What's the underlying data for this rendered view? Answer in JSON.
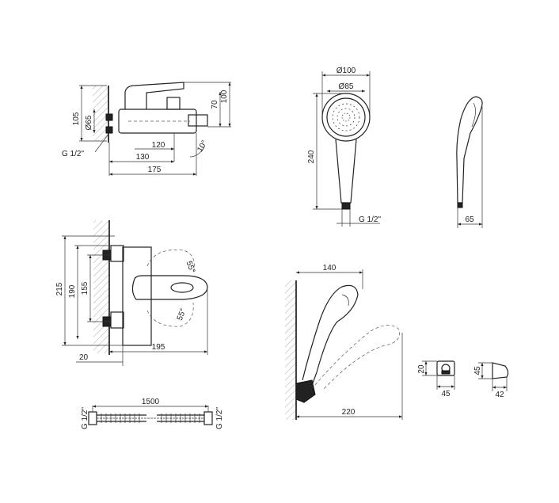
{
  "tap_side_view": {
    "dims": {
      "height_105": "105",
      "diameter_65": "Ø65",
      "thread": "G 1/2\"",
      "length_130": "130",
      "length_120": "120",
      "length_175": "175",
      "height_70": "70",
      "height_100": "100",
      "angle_10": "10°"
    }
  },
  "hand_shower_front": {
    "dims": {
      "diameter_100": "Ø100",
      "diameter_85": "Ø85",
      "length_240": "240",
      "thread": "G 1/2\""
    }
  },
  "hand_shower_side": {
    "dims": {
      "width_65": "65"
    }
  },
  "tap_front_view": {
    "dims": {
      "height_215": "215",
      "height_190": "190",
      "height_155": "155",
      "angle_55_top": "55°",
      "angle_55_bottom": "55°",
      "length_195": "195",
      "offset_20": "20"
    }
  },
  "hose": {
    "dims": {
      "length_1500": "1500",
      "thread_left": "G 1/2\"",
      "thread_right": "G 1/2\""
    }
  },
  "shower_on_holder": {
    "dims": {
      "width_140": "140",
      "length_220": "220"
    }
  },
  "holder_front": {
    "dims": {
      "height_20": "20",
      "width_45": "45"
    }
  },
  "holder_side": {
    "dims": {
      "height_45": "45",
      "width_42": "42"
    }
  }
}
